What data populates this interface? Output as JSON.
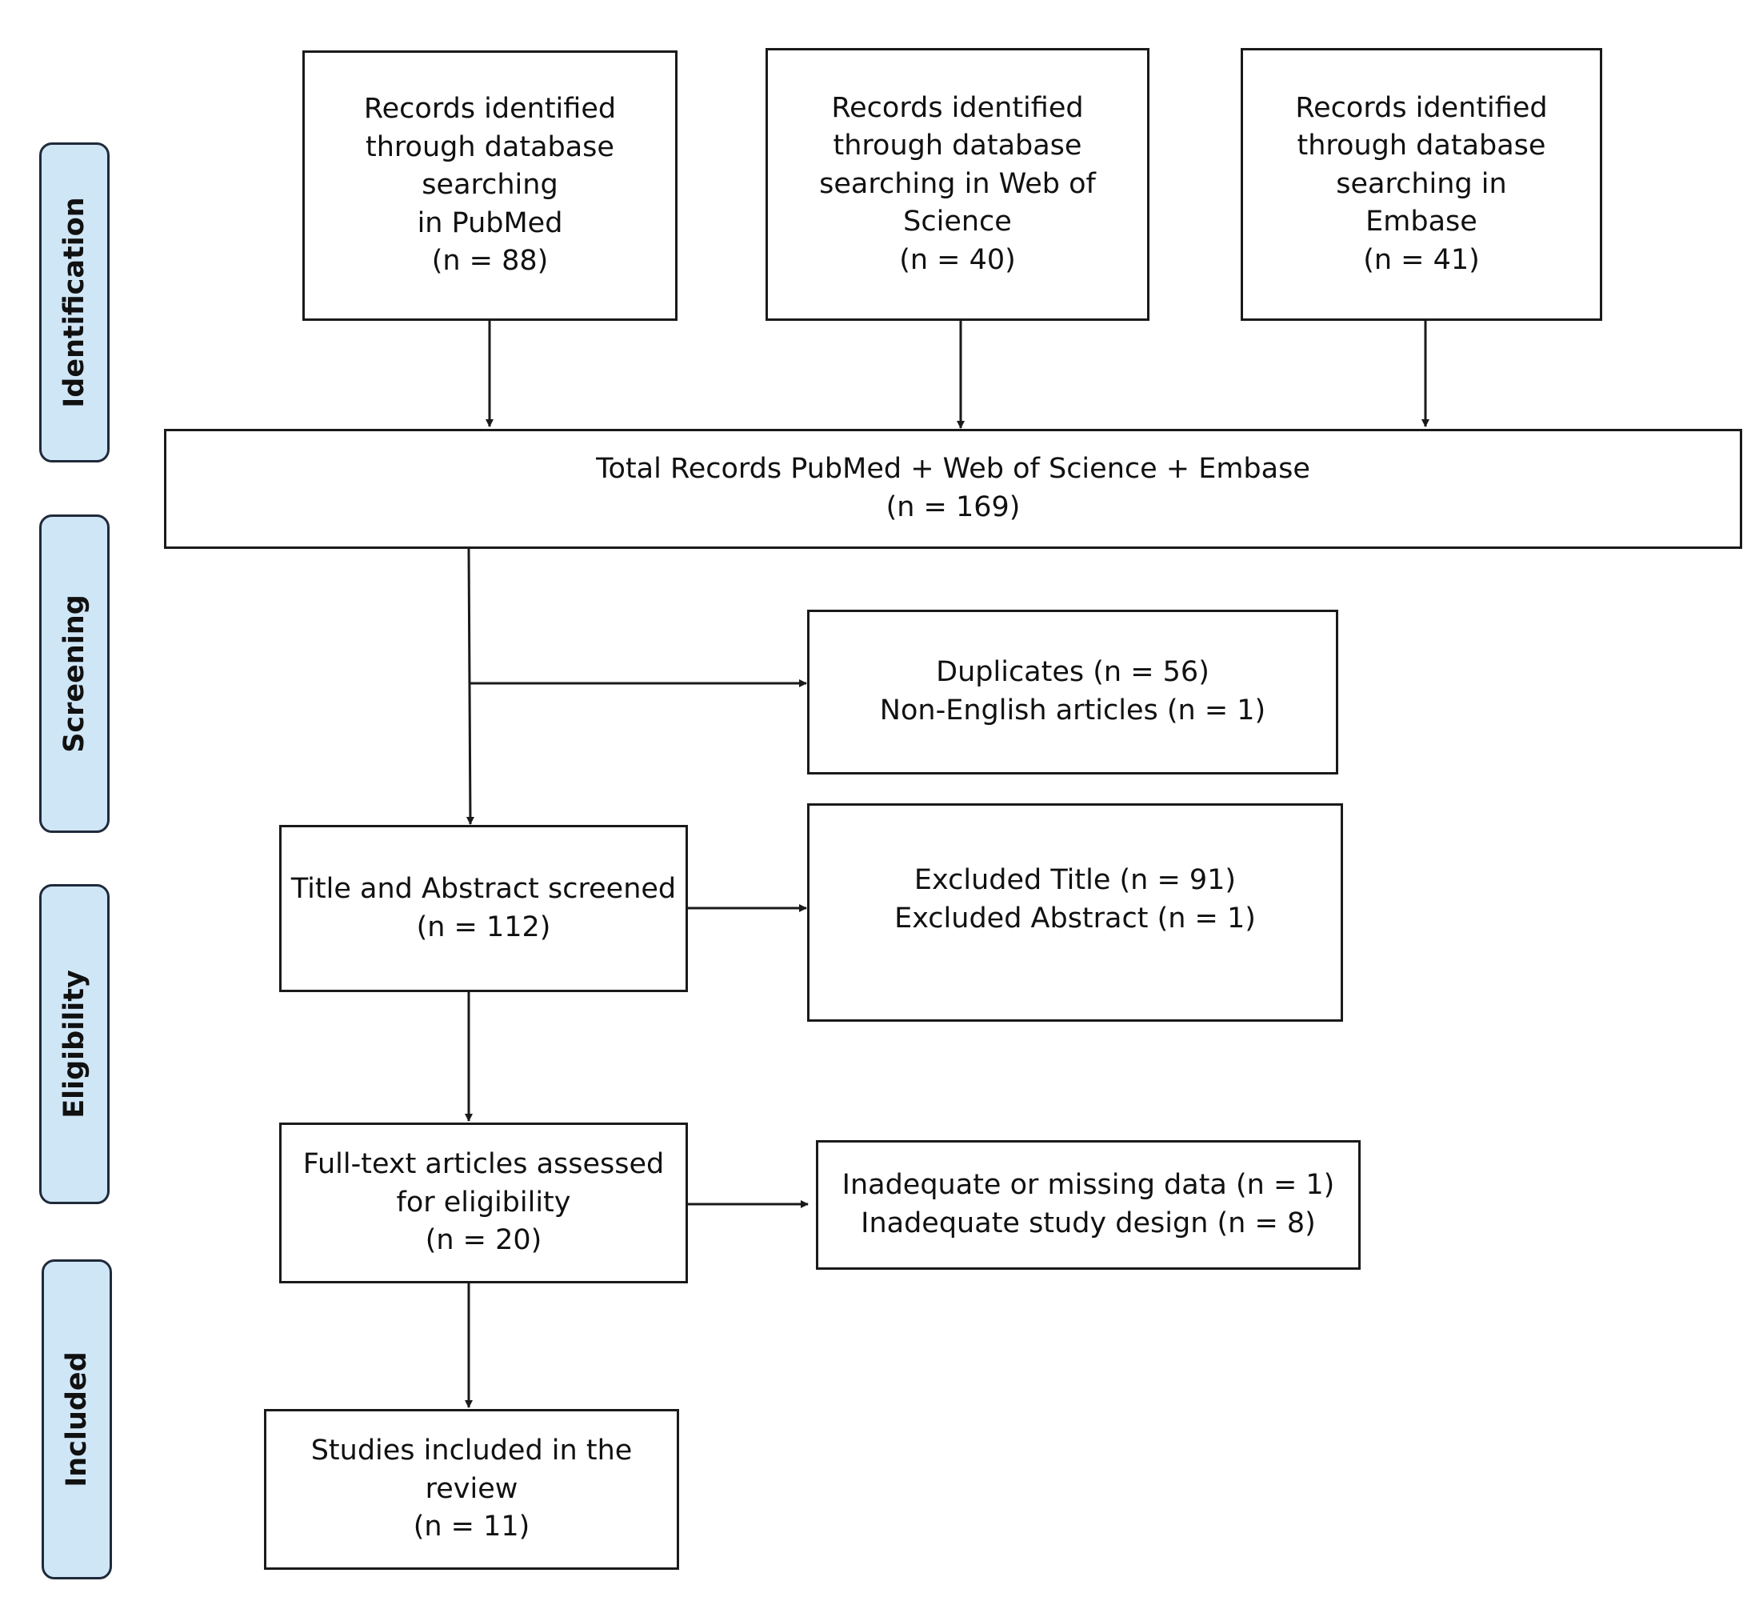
{
  "phases": [
    {
      "label": "Identification"
    },
    {
      "label": "Screening"
    },
    {
      "label": "Eligibility"
    },
    {
      "label": "Included"
    }
  ],
  "boxes": {
    "pubmed": {
      "lines": [
        "Records identified",
        "through database",
        "searching",
        "in PubMed",
        "(n = 88)"
      ]
    },
    "web_of_science": {
      "lines": [
        "Records identified",
        "through database",
        "searching in Web of",
        "Science",
        "(n = 40)"
      ]
    },
    "embase": {
      "lines": [
        "Records identified",
        "through database",
        "searching in",
        "Embase",
        "(n = 41)"
      ]
    },
    "total": {
      "lines": [
        "Total Records PubMed + Web of Science + Embase",
        "(n = 169)"
      ]
    },
    "duplicates": {
      "lines": [
        "Duplicates (n = 56)",
        "Non-English articles (n = 1)"
      ]
    },
    "title_abstract": {
      "lines": [
        "Title and Abstract screened",
        "(n = 112)"
      ]
    },
    "excluded": {
      "lines": [
        "Excluded Title (n = 91)",
        "Excluded Abstract (n = 1)"
      ]
    },
    "full_text": {
      "lines": [
        "Full-text articles assessed",
        "for eligibility",
        "(n = 20)"
      ]
    },
    "inadequate": {
      "lines": [
        "Inadequate or missing data (n = 1)",
        "Inadequate study design (n = 8)"
      ]
    },
    "included": {
      "lines": [
        "Studies included in the",
        "review",
        "(n = 11)"
      ]
    }
  },
  "colors": {
    "phase_fill": "#cfe6f7",
    "phase_border": "#1f2a3a",
    "line": "#1a1a1a"
  }
}
